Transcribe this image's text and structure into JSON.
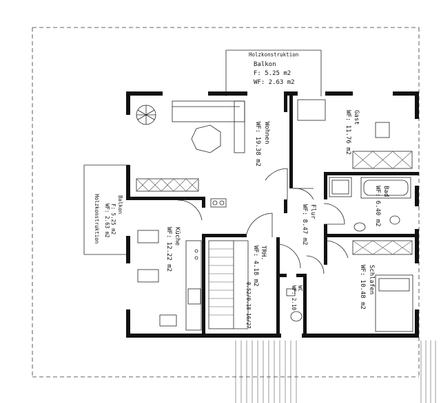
{
  "plan": {
    "balkon_top": {
      "construction": "Holzkonstruktion",
      "name": "Balkon",
      "f": "F:  5.25 m2",
      "wf": "WF: 2.63 m2"
    },
    "balkon_left": {
      "construction": "Holzkonstruktion",
      "name": "Balkon",
      "f": "F: 5.25 m2",
      "wf": "WF: 2.63 m2"
    },
    "rooms": {
      "wohnen": {
        "name": "Wohnen",
        "wf": "WF: 19.38 m2"
      },
      "gast": {
        "name": "Gast",
        "wf": "WF: 11.76 m2"
      },
      "bad": {
        "name": "Bad",
        "wf": "WF: 6.40 m2"
      },
      "flur": {
        "name": "Flur",
        "wf": "WF: 8.47 m2"
      },
      "kueche": {
        "name": "Küche",
        "wf": "WF: 12.22 m2"
      },
      "trh": {
        "name": "TRH.",
        "wf": "WF: 4.18 m2",
        "stairs": "0.52/0.18 16/27"
      },
      "wc": {
        "name": "WC",
        "wf": "WF: 2.10"
      },
      "schlafen": {
        "name": "Schlafen",
        "wf": "WF: 10.48 m2"
      }
    }
  }
}
